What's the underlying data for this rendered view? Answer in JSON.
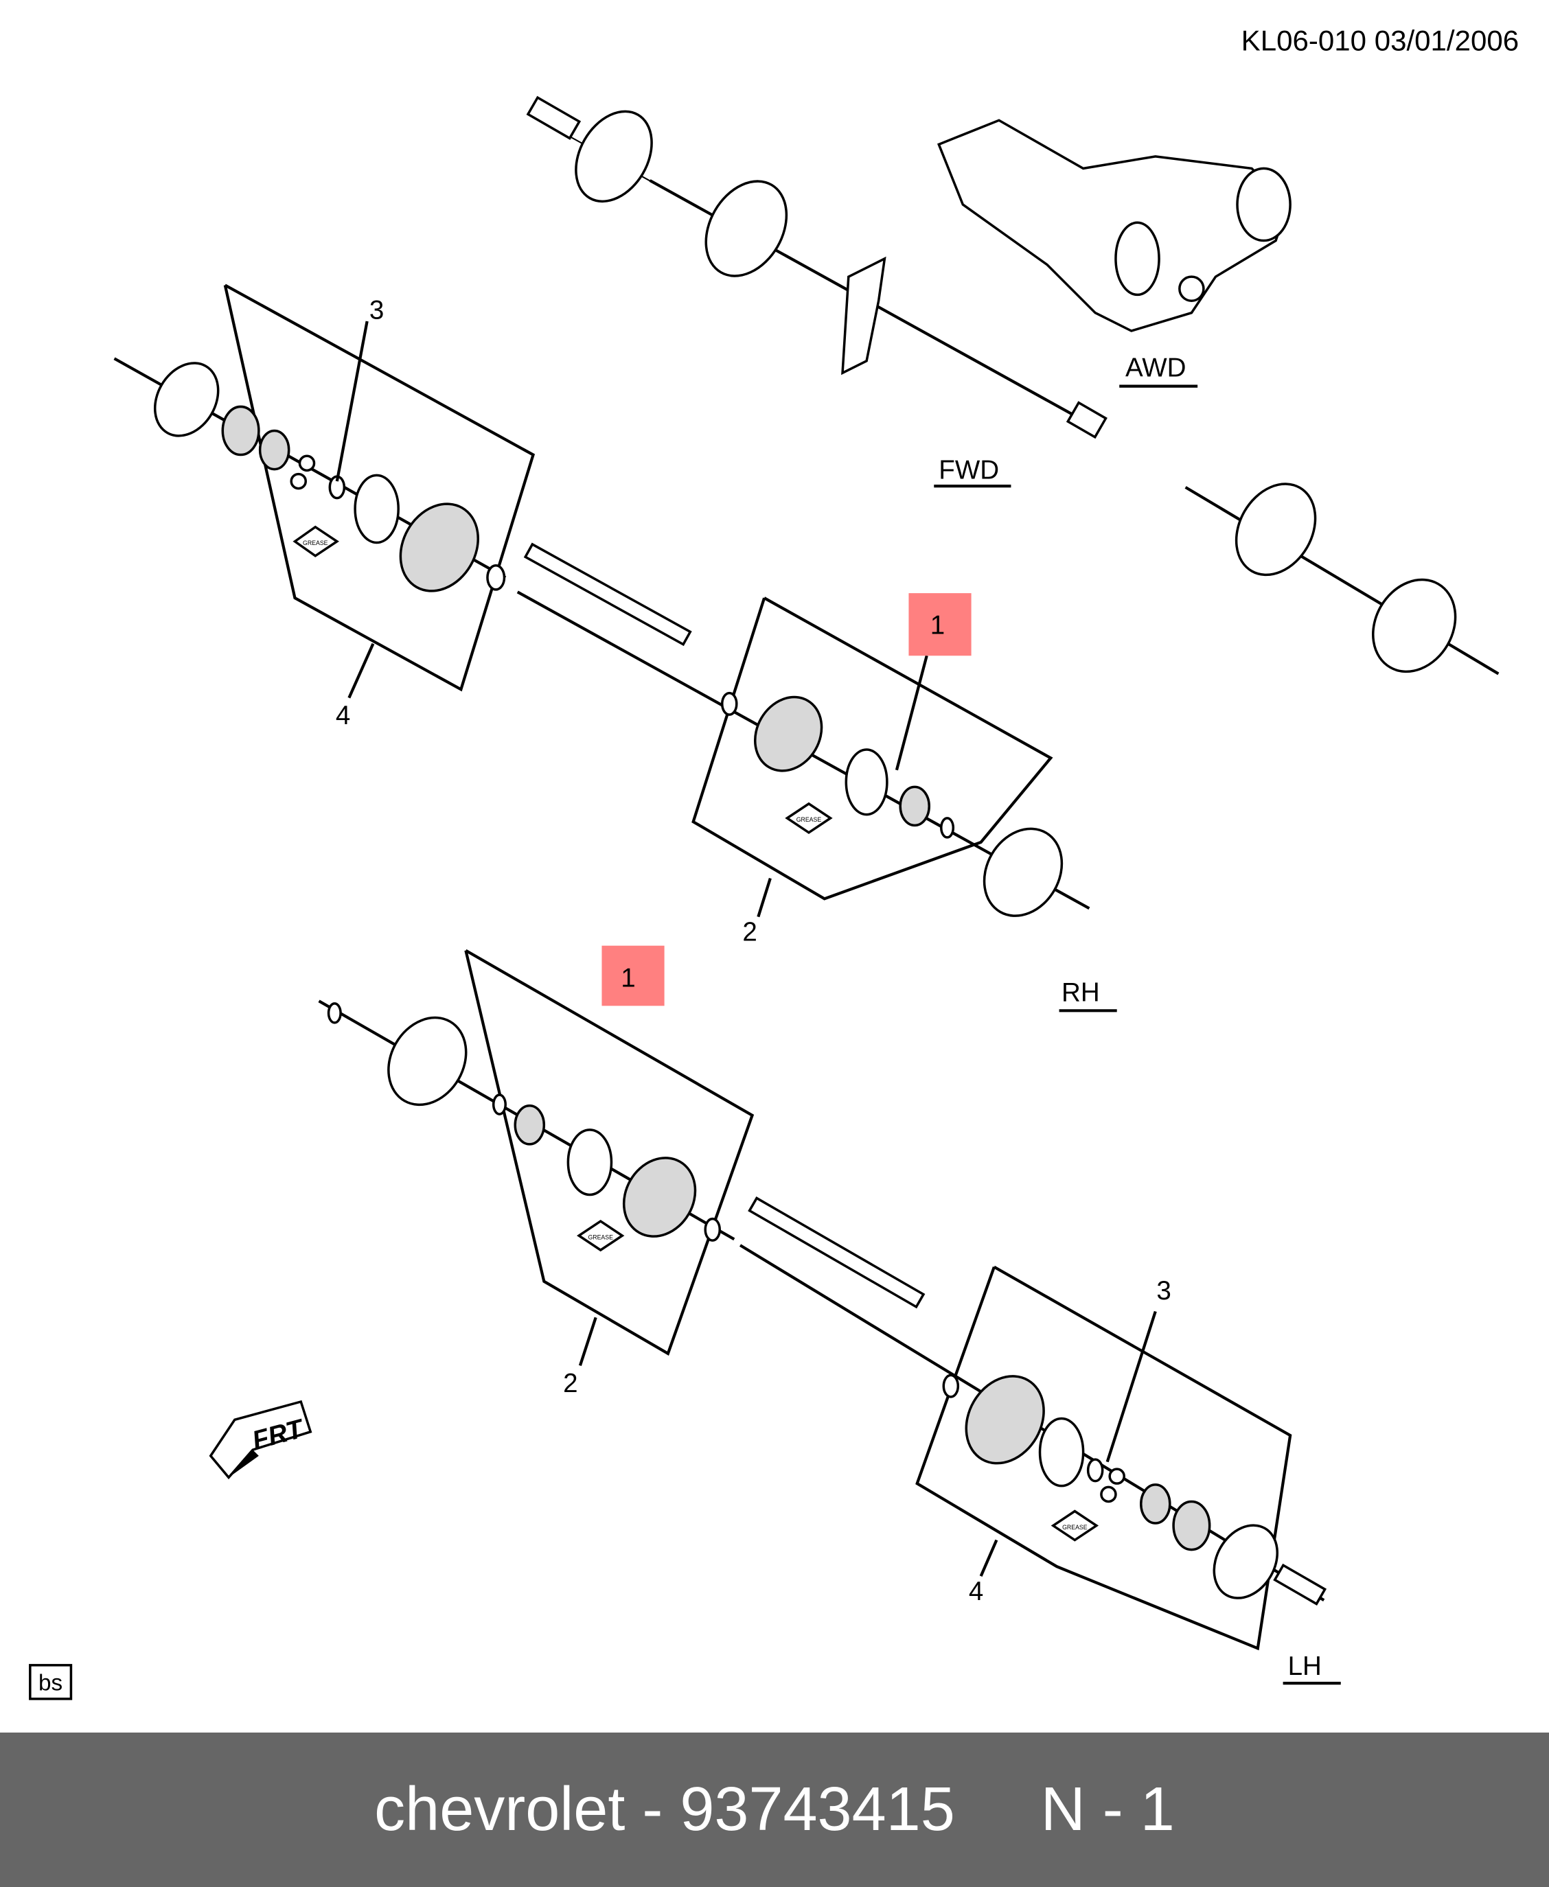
{
  "header": {
    "code": "KL06-010",
    "date": "03/01/2006"
  },
  "labels": {
    "awd": "AWD",
    "fwd": "FWD",
    "rh": "RH",
    "lh": "LH",
    "frt": "FRT",
    "bs": "bs",
    "grease": "GREASE"
  },
  "callouts": {
    "rh_1": "1",
    "rh_2": "2",
    "rh_3": "3",
    "rh_4": "4",
    "lh_1": "1",
    "lh_2": "2",
    "lh_3": "3",
    "lh_4": "4"
  },
  "highlight_color": "#ff8080",
  "footer": {
    "text": "chevrolet - 93743415     N - 1"
  }
}
